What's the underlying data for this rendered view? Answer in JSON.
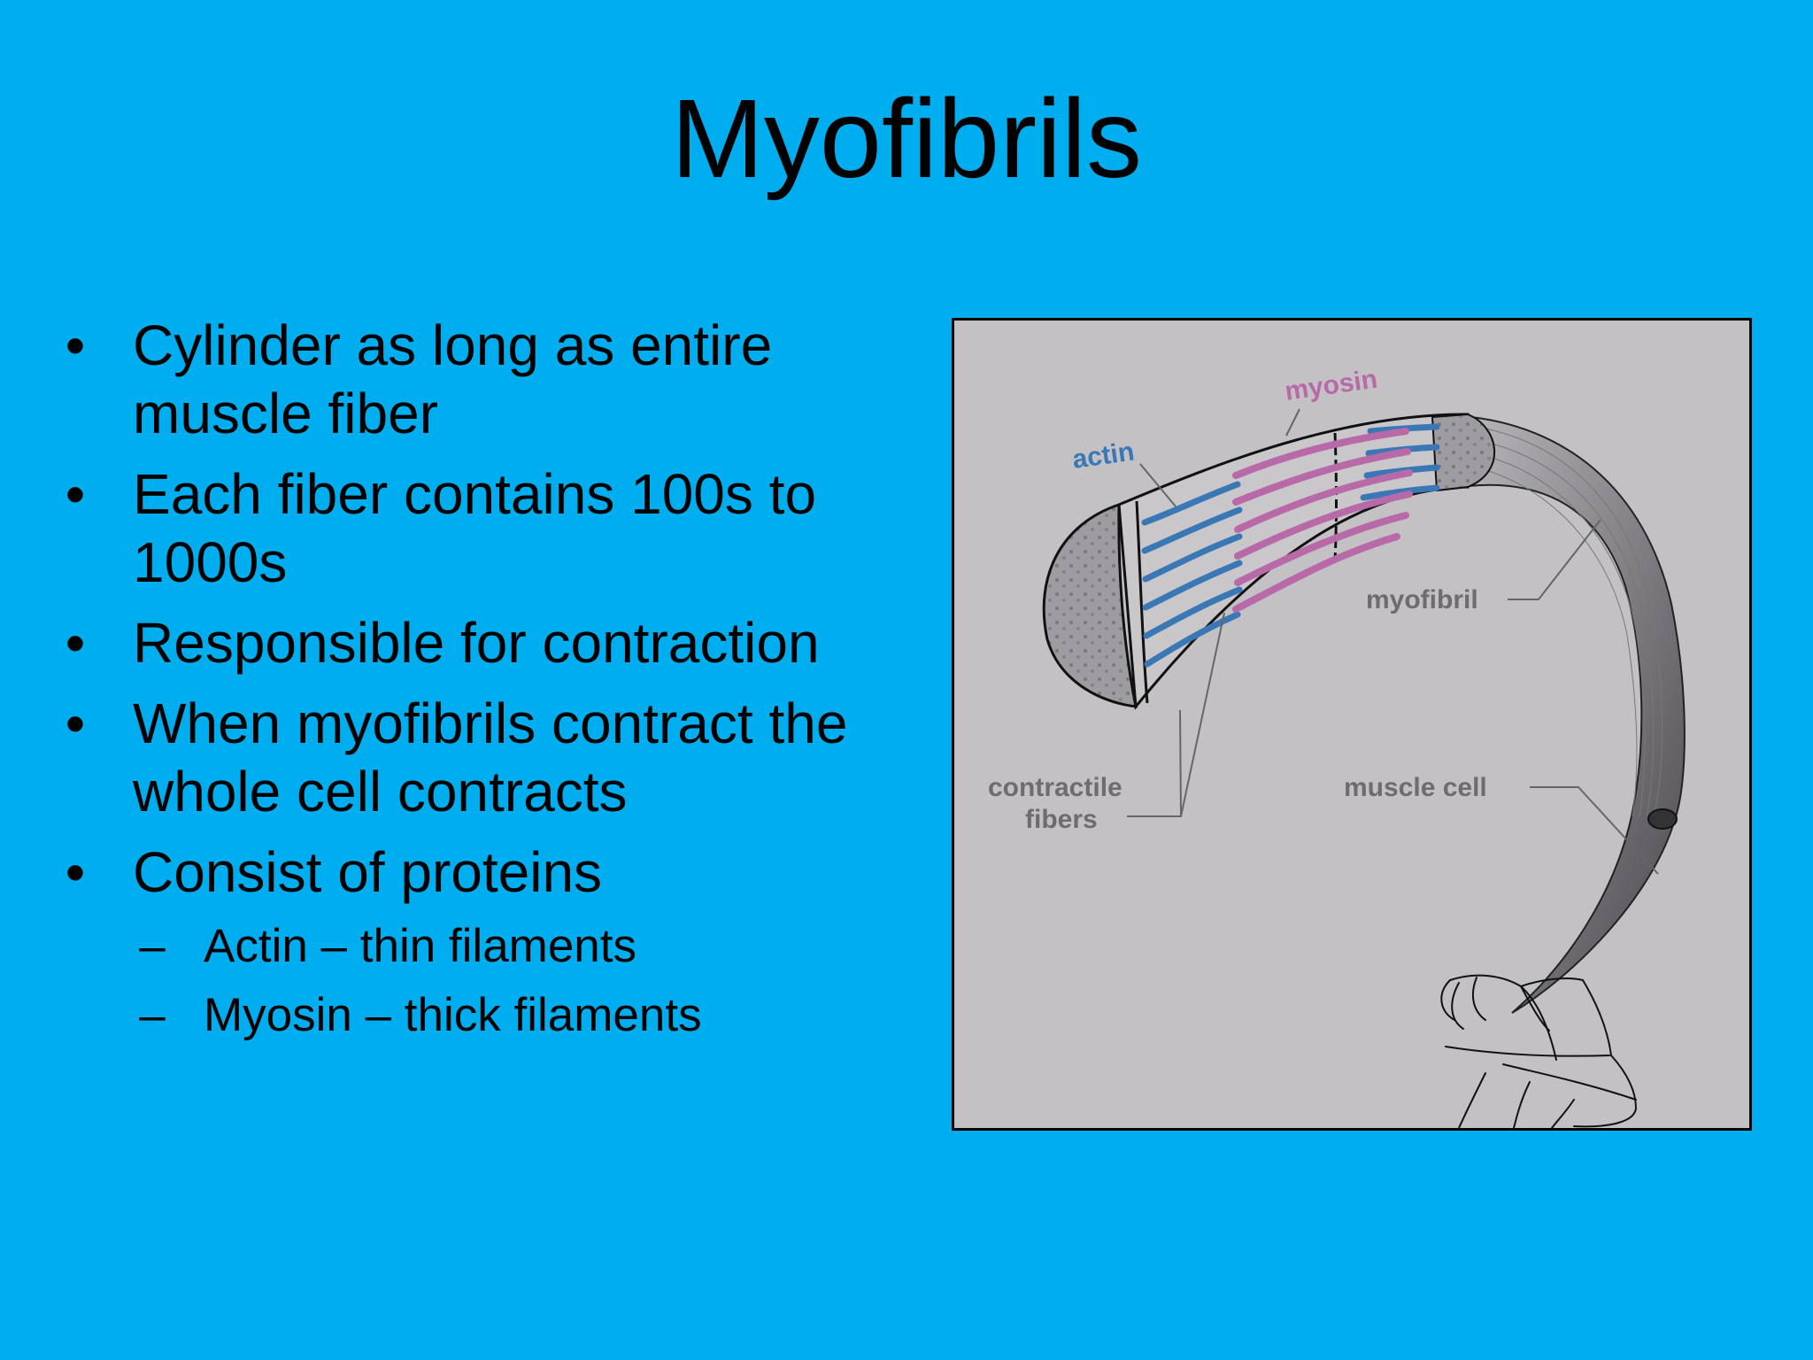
{
  "slide": {
    "title": "Myofibrils",
    "bullet_symbol": "•",
    "sub_bullet_symbol": "–",
    "bullets": [
      {
        "text": "Cylinder as long as entire muscle fiber"
      },
      {
        "text": "Each fiber contains 100s to 1000s"
      },
      {
        "text": "Responsible for contraction"
      },
      {
        "text": "When myofibrils contract the whole cell contracts"
      },
      {
        "text": "Consist of proteins",
        "sub": [
          "Actin – thin filaments",
          "Myosin – thick filaments"
        ]
      }
    ]
  },
  "figure": {
    "labels": {
      "actin": "actin",
      "myosin": "myosin",
      "myofibril": "myofibril",
      "muscle_cell": "muscle cell",
      "contractile_line1": "contractile",
      "contractile_line2": "fibers"
    },
    "colors": {
      "background": "#00aeef",
      "figure_bg": "#c3c1c4",
      "actin": "#3a78b5",
      "myosin": "#b86aa8",
      "label_gray": "#6e6c70"
    }
  }
}
